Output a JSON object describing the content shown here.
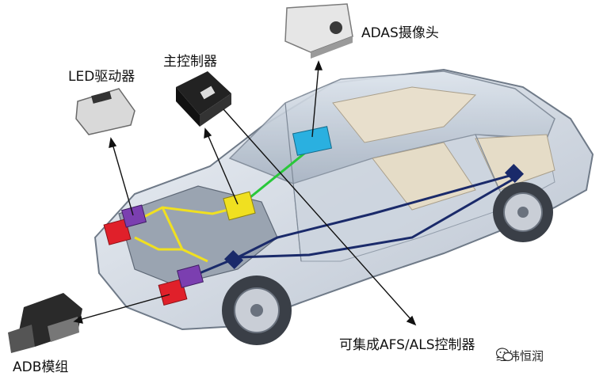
{
  "labels": {
    "adas_camera": "ADAS摄像头",
    "main_controller": "主控制器",
    "led_driver": "LED驱动器",
    "adb_module": "ADB模组",
    "afs_als": "可集成AFS/ALS控制器"
  },
  "watermark": {
    "text": "经纬恒润",
    "icon": "wechat-icon"
  },
  "colors": {
    "adb_module": "#e0202a",
    "led_driver": "#7b3fb0",
    "main_controller": "#f0e020",
    "adas_camera": "#2ab0e0",
    "afs_als": "#1a2a6a",
    "bus_green": "#29c83a",
    "bus_navy": "#1a2a6a",
    "bus_yellow": "#f0e020"
  }
}
